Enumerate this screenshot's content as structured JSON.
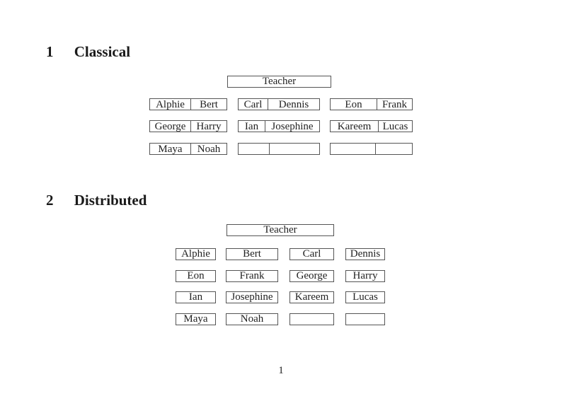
{
  "document": {
    "page_number": "1",
    "sections": {
      "classical": {
        "number": "1",
        "title": "Classical"
      },
      "distributed": {
        "number": "2",
        "title": "Distributed"
      }
    },
    "ink_color": "#222222",
    "border_color": "#555555",
    "background_color": "#ffffff"
  },
  "classical": {
    "teacher_label": "Teacher",
    "rows": [
      [
        {
          "left": "Alphie",
          "right": "Bert"
        },
        {
          "left": "Carl",
          "right": "Dennis"
        },
        {
          "left": "Eon",
          "right": "Frank"
        }
      ],
      [
        {
          "left": "George",
          "right": "Harry"
        },
        {
          "left": "Ian",
          "right": "Josephine"
        },
        {
          "left": "Kareem",
          "right": "Lucas"
        }
      ],
      [
        {
          "left": "Maya",
          "right": "Noah"
        },
        {
          "left": "",
          "right": ""
        },
        {
          "left": "",
          "right": ""
        }
      ]
    ]
  },
  "distributed": {
    "teacher_label": "Teacher",
    "rows": [
      [
        "Alphie",
        "Bert",
        "Carl",
        "Dennis"
      ],
      [
        "Eon",
        "Frank",
        "George",
        "Harry"
      ],
      [
        "Ian",
        "Josephine",
        "Kareem",
        "Lucas"
      ],
      [
        "Maya",
        "Noah",
        "",
        ""
      ]
    ]
  }
}
